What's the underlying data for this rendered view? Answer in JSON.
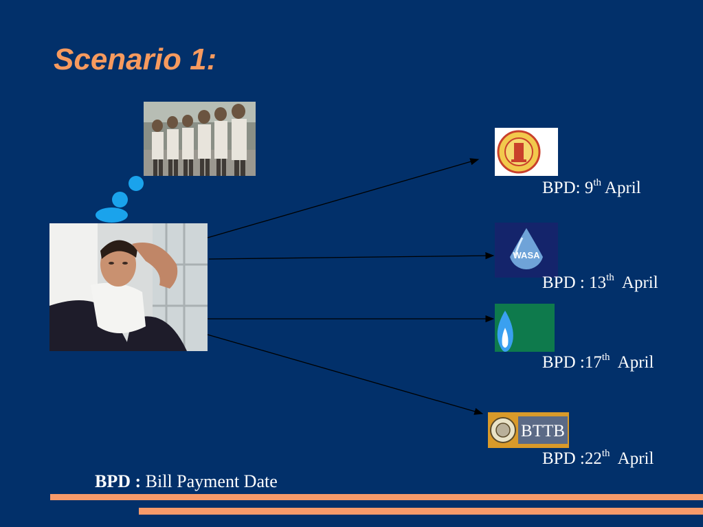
{
  "title": "Scenario 1:",
  "bills": [
    {
      "logo": "pdb-emblem-logo",
      "prefix": "BPD: 9",
      "sup": "th",
      "suffix": " April"
    },
    {
      "logo": "wasa-water-drop-logo",
      "logo_text": "WASA",
      "prefix": "BPD : 13",
      "sup": "th",
      "suffix": "  April"
    },
    {
      "logo": "gas-flame-logo",
      "prefix": "BPD :17",
      "sup": "th",
      "suffix": "  April"
    },
    {
      "logo": "bttb-logo",
      "logo_text": "BTTB",
      "prefix": "BPD :22",
      "sup": "th",
      "suffix": "  April"
    }
  ],
  "legend": {
    "abbr": "BPD :",
    "meaning": " Bill Payment Date"
  },
  "images": {
    "queue": "crowd-queue-photo",
    "person": "worried-man-photo"
  },
  "colors": {
    "background": "#02306a",
    "title": "#f79a5e",
    "accent_bar": "#f79a6a",
    "bubble": "#1aa3ec"
  }
}
